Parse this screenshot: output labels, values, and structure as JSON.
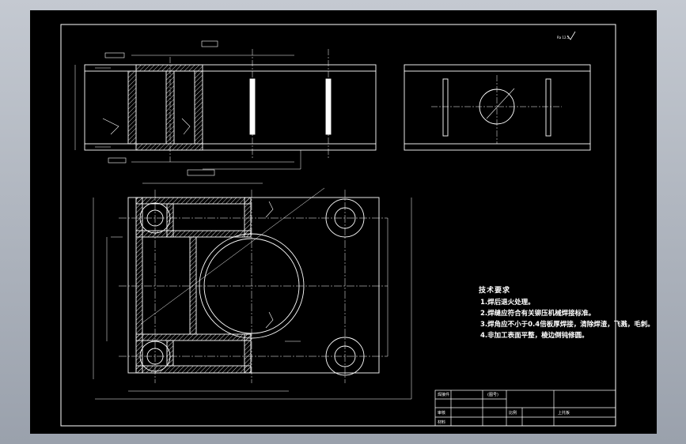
{
  "notes": {
    "title": "技术要求",
    "items": [
      "1.焊后退火处理。",
      "2.焊缝应符合有关铆压机械焊接标准。",
      "3.焊角应不小于0.4倍板厚焊接，清除焊渣，飞溅，毛刺。",
      "4.非加工表面平整，棱边倒钝修圆。"
    ]
  },
  "title_block": {
    "c1": "焊接件",
    "c2": "(图号)",
    "c3": "比例",
    "c4": "上托板",
    "c5": "审核",
    "c6": "材料"
  },
  "roughness": "Ra 12.5"
}
